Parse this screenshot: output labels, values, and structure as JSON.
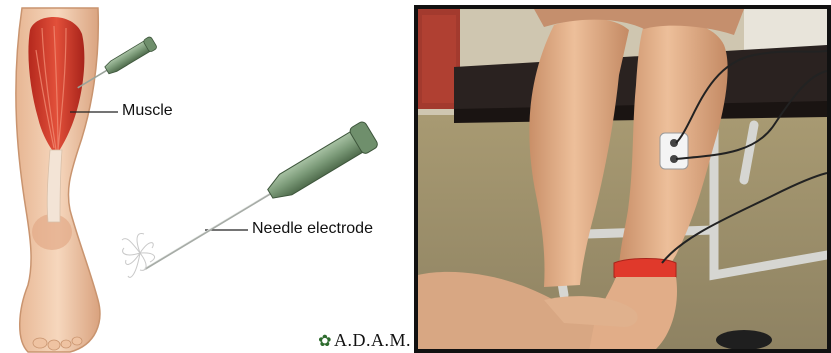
{
  "illustration": {
    "muscle_label": "Muscle",
    "electrode_label": "Needle electrode",
    "logo_text": "A.D.A.M.",
    "logo_icon": "leaf-icon",
    "colors": {
      "skin": "#f1c9a8",
      "skin_shadow": "#d9a27e",
      "muscle": "#d23a2a",
      "electrode": "#7b9a78"
    }
  },
  "photo": {
    "colors": {
      "wall": "#cfc6b0",
      "carpet": "#9f936e",
      "table": "#2a2220",
      "ankle_strap": "#e0392b",
      "frame": "#d6d6d2"
    }
  }
}
